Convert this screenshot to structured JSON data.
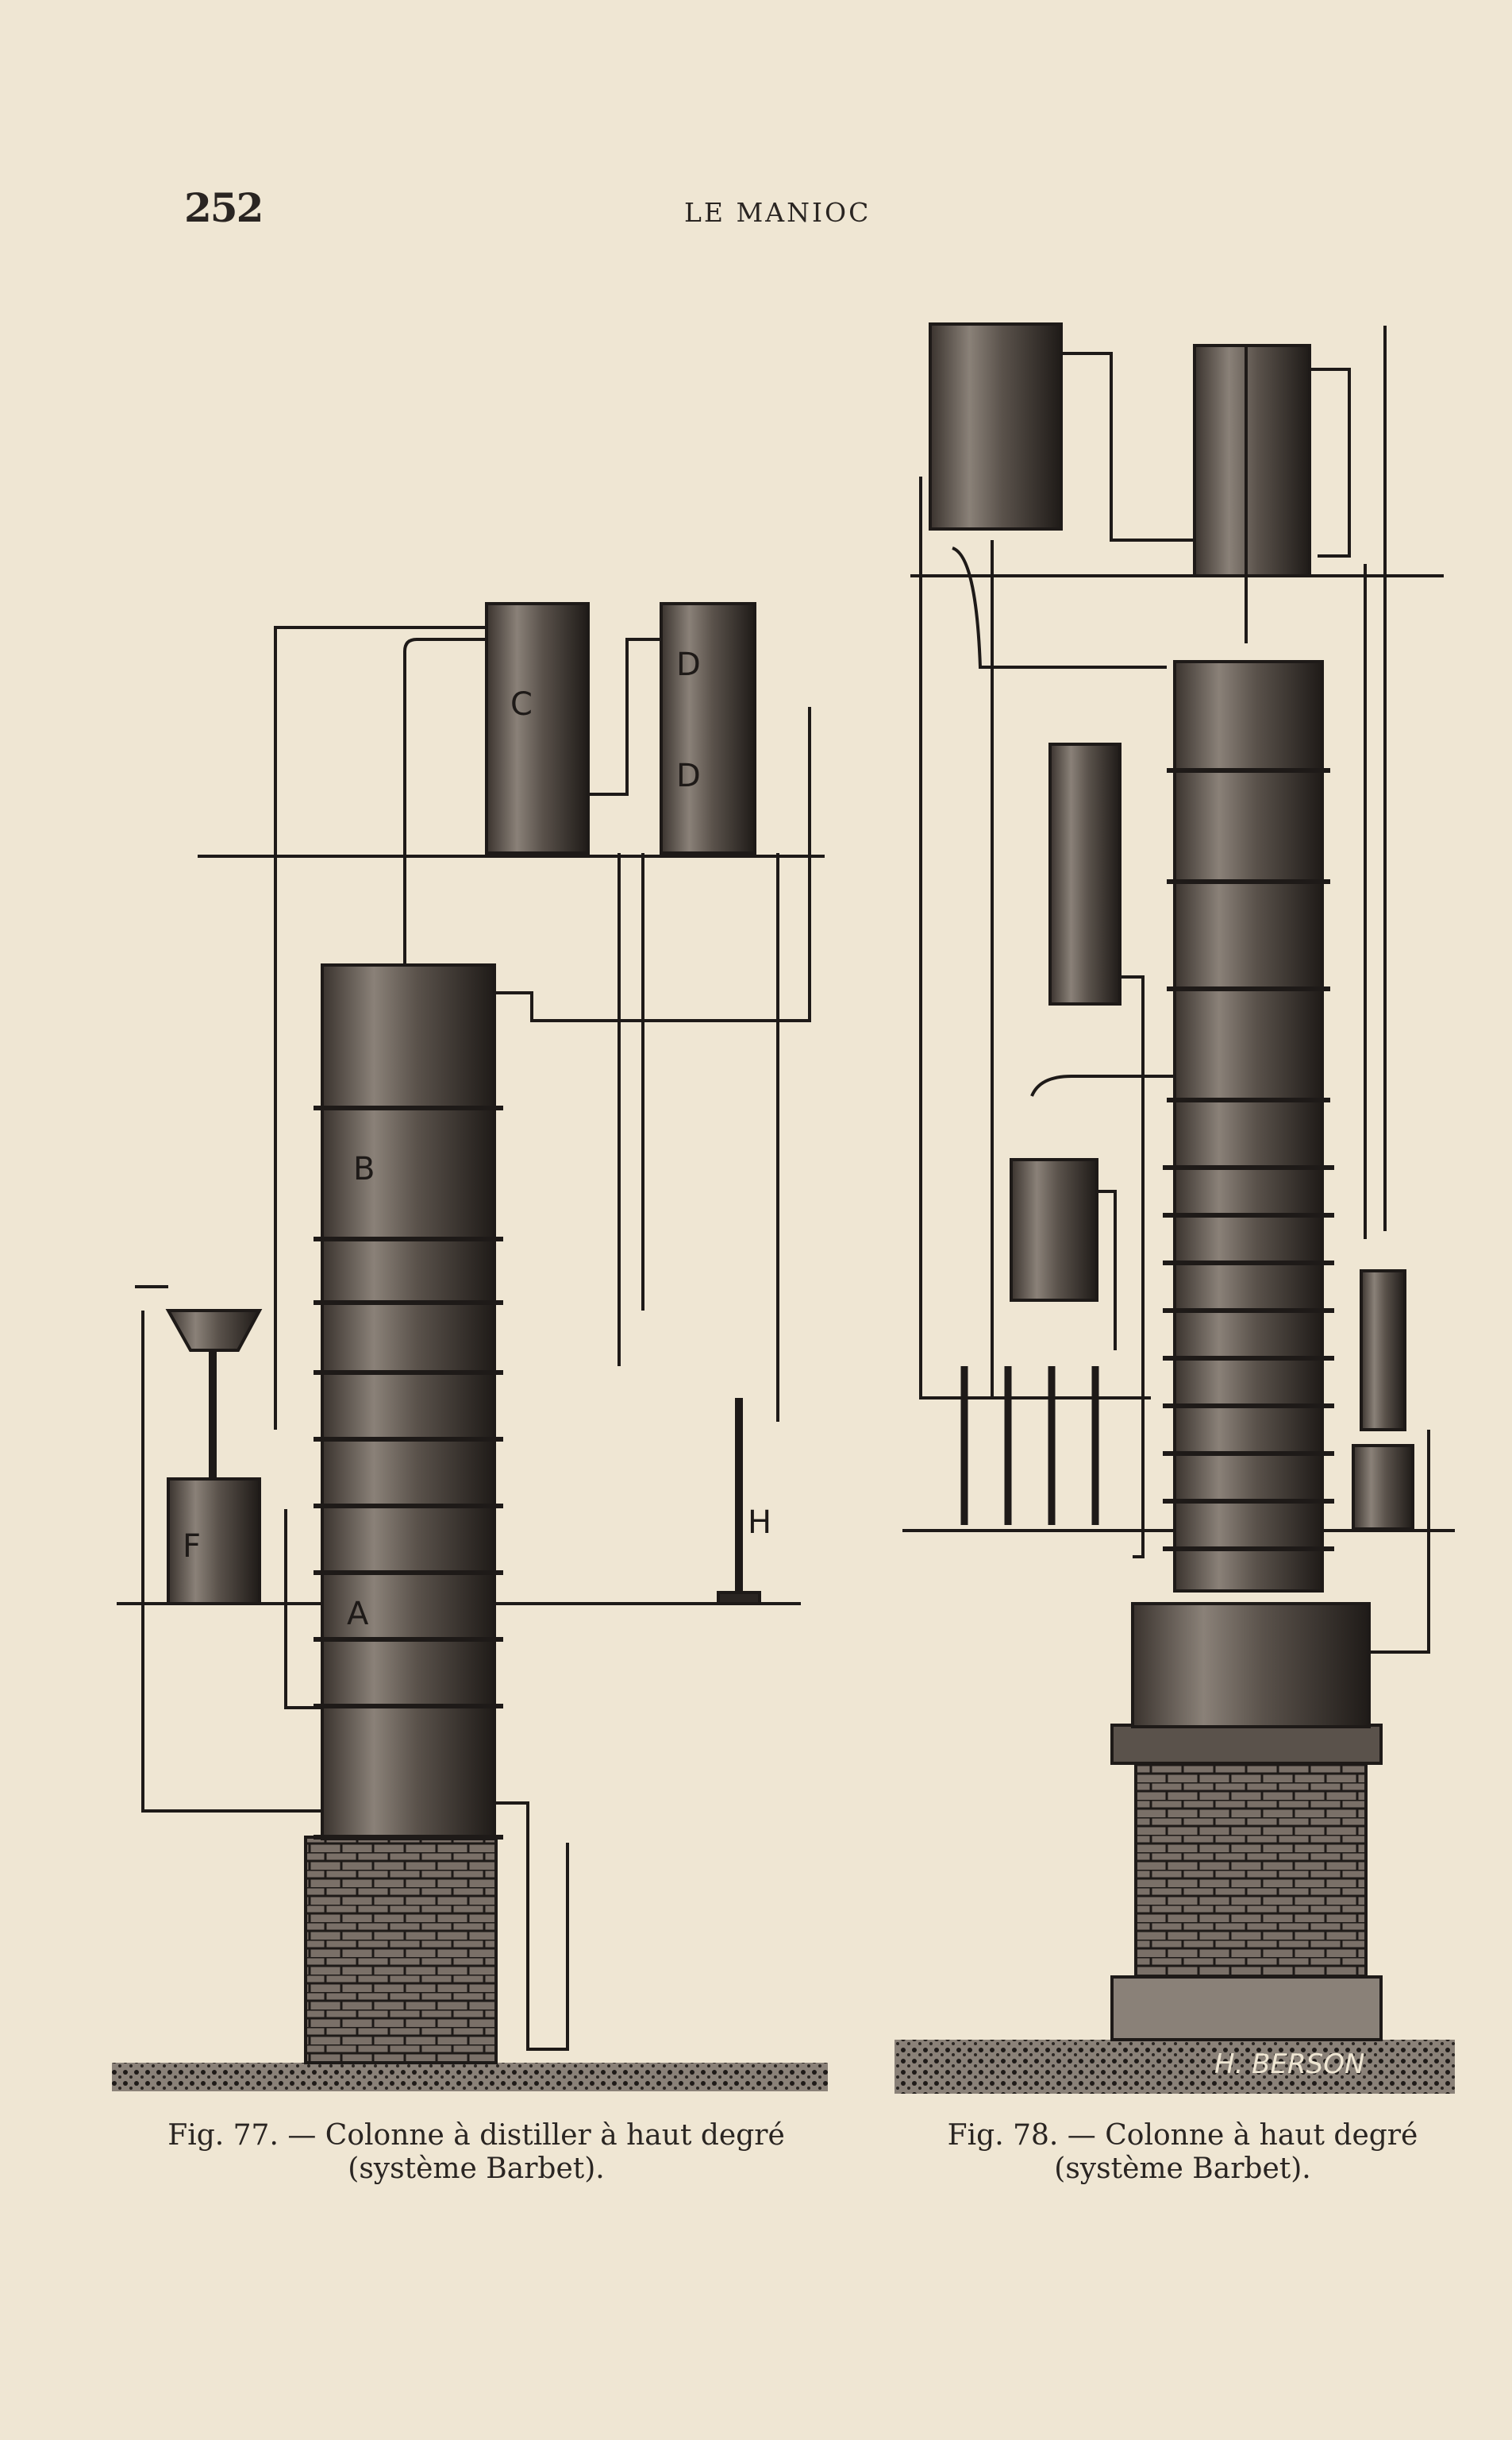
{
  "header": {
    "page_number": "252",
    "running_title": "LE MANIOC"
  },
  "figures": [
    {
      "caption_line1": "Fig. 77. — Colonne à distiller à haut degré",
      "caption_line2": "(système Barbet).",
      "labels": {
        "a": "A",
        "b": "B",
        "c": "C",
        "d1": "D",
        "d2": "D",
        "f": "F",
        "h": "H"
      }
    },
    {
      "caption_line1": "Fig. 78. — Colonne à haut degré",
      "caption_line2": "(système Barbet).",
      "signature": "H. BERSON"
    }
  ],
  "colors": {
    "paper": "#efe6d3",
    "ink": "#2a2522"
  }
}
